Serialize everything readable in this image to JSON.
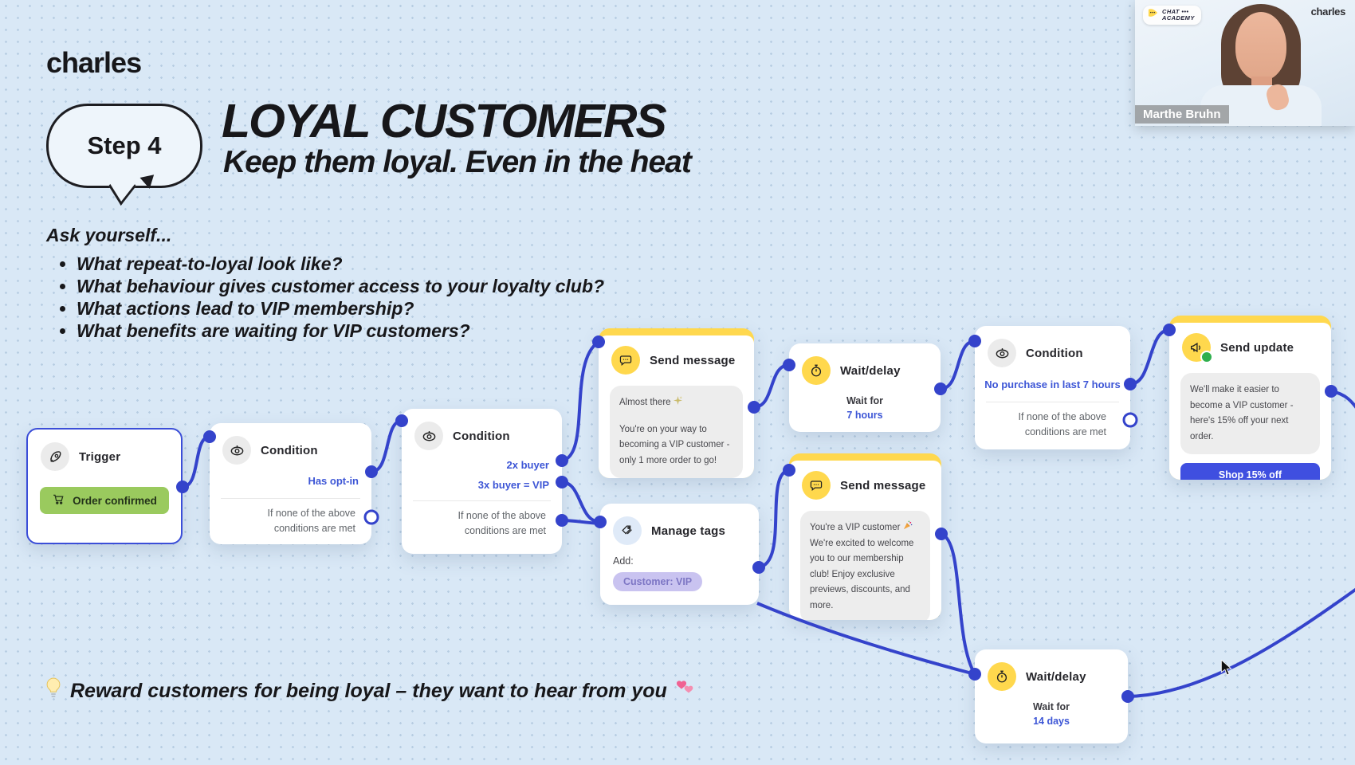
{
  "brand": {
    "logo": "charles"
  },
  "step_badge": {
    "label": "Step 4"
  },
  "header": {
    "title": "LOYAL CUSTOMERS",
    "subtitle": "Keep them loyal. Even in the heat"
  },
  "questions": {
    "intro": "Ask yourself...",
    "items": [
      "What repeat-to-loyal look like?",
      "What behaviour gives customer access to your loyalty club?",
      "What actions lead to VIP membership?",
      "What benefits are waiting for VIP customers?"
    ]
  },
  "tip": {
    "lead_emoji": "💡",
    "text": "Reward customers for being loyal – they want to hear from you",
    "trail_emoji": "💕"
  },
  "flow": {
    "trigger": {
      "title": "Trigger",
      "action_label": "Order confirmed"
    },
    "condition_optin": {
      "title": "Condition",
      "branch": "Has opt-in",
      "fallback": "If none of the above conditions are met"
    },
    "condition_buyer": {
      "title": "Condition",
      "branch_1": "2x buyer",
      "branch_2": "3x buyer = VIP",
      "fallback": "If none of the above conditions are met"
    },
    "send_message_almost": {
      "title": "Send message",
      "greeting": "Almost there",
      "greeting_emoji": "✨",
      "body": "You're on your way to becoming a VIP customer - only 1 more order to go!"
    },
    "wait_7h": {
      "title": "Wait/delay",
      "label": "Wait for",
      "duration": "7 hours"
    },
    "condition_no_purchase": {
      "title": "Condition",
      "branch": "No purchase in last 7 hours",
      "fallback": "If none of the above conditions are met"
    },
    "send_update": {
      "title": "Send update",
      "body": "We'll make it easier to become a VIP customer - here's 15% off your next order.",
      "cta": "Shop 15% off"
    },
    "manage_tags": {
      "title": "Manage tags",
      "add_label": "Add:",
      "tag": "Customer: VIP"
    },
    "send_message_vip": {
      "title": "Send message",
      "greeting": "You're a VIP customer",
      "greeting_emoji": "🎉",
      "body": "We're excited to welcome you to our membership club! Enjoy exclusive previews, discounts, and more."
    },
    "wait_14d": {
      "title": "Wait/delay",
      "label": "Wait for",
      "duration": "14 days"
    }
  },
  "webcam": {
    "badge": {
      "line1": "CHAT •••",
      "line2": "ACADEMY"
    },
    "watermark": "charles",
    "name": "Marthe Bruhn"
  },
  "colors": {
    "background": "#d9e8f6",
    "connector_blue": "#3443cb",
    "accent_blue": "#3d56d6",
    "cta_blue": "#3f4fe0",
    "node_yellow": "#ffd84d",
    "trigger_green": "#9aca5e",
    "tag_purple": "#c9c3f0"
  }
}
